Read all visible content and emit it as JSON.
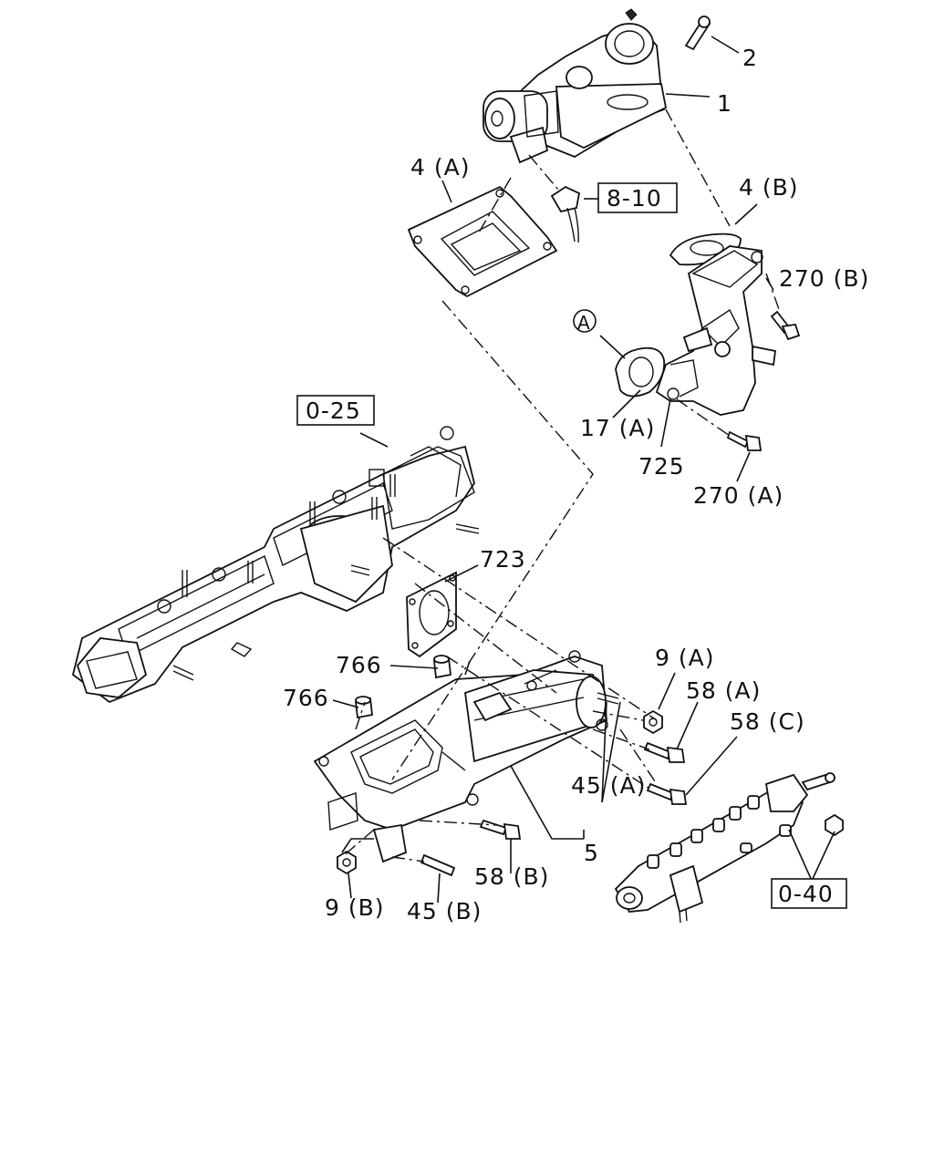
{
  "callouts": {
    "c_1": "1",
    "c_2": "2",
    "c_4a": "4 (A)",
    "c_4b": "4 (B)",
    "c_270b": "270 (B)",
    "c_17a": "17 (A)",
    "c_725": "725",
    "c_270a": "270 (A)",
    "c_723": "723",
    "c_766a": "766",
    "c_766b": "766",
    "c_9a": "9 (A)",
    "c_58a": "58 (A)",
    "c_58c": "58 (C)",
    "c_45a": "45 (A)",
    "c_5": "5",
    "c_58b": "58 (B)",
    "c_9b": "9 (B)",
    "c_45b": "45 (B)",
    "circle_a": "A"
  },
  "refs": {
    "r_8_10": "8-10",
    "r_0_25": "0-25",
    "r_0_40": "0-40"
  }
}
